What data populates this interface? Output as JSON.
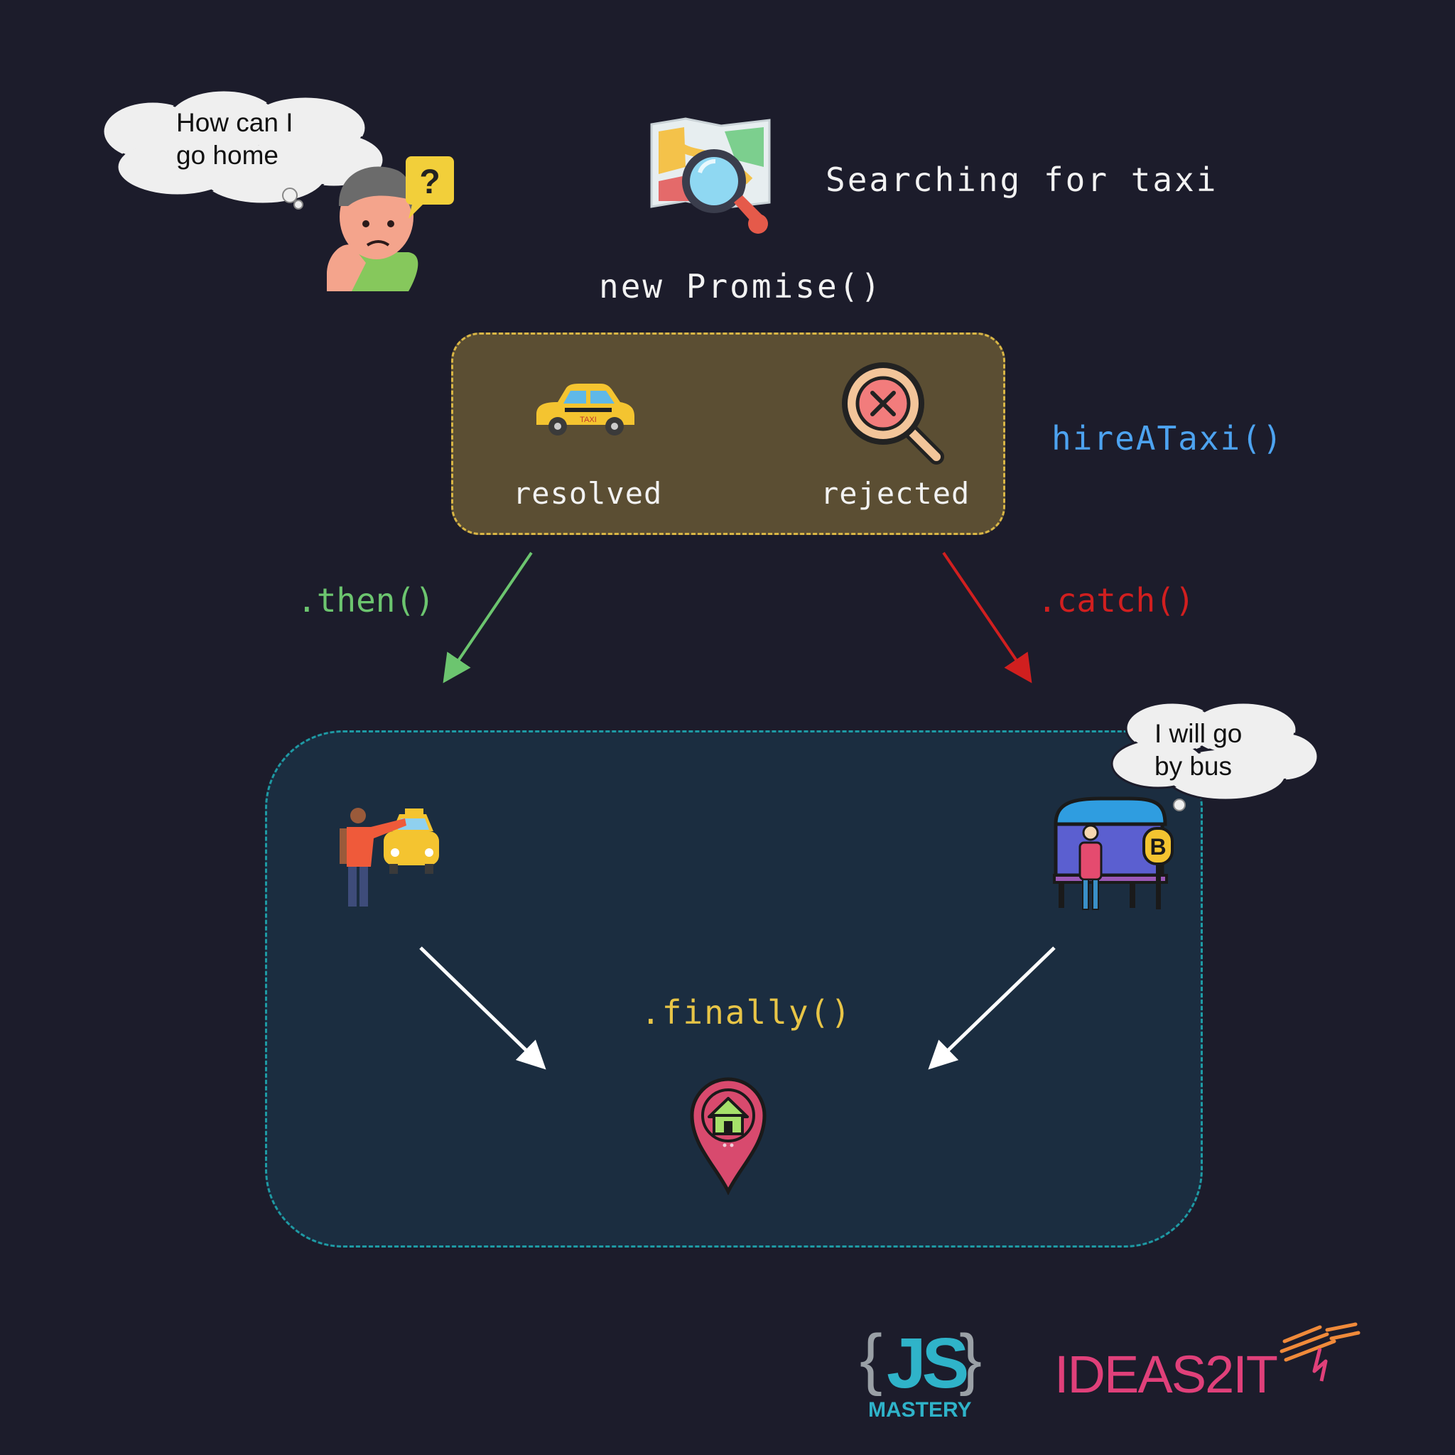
{
  "thought_home": {
    "line1": "How can I",
    "line2": "go home"
  },
  "thought_bus": {
    "line1": "I will go",
    "line2": "by bus"
  },
  "search_label": "Searching for taxi",
  "promise_label": "new Promise()",
  "resolved_label": "resolved",
  "rejected_label": "rejected",
  "hire_label": "hireATaxi()",
  "then_label": ".then()",
  "catch_label": ".catch()",
  "finally_label": ".finally()",
  "taxi_sign": "TAXI",
  "bus_sign": "B",
  "question_mark": "?",
  "logos": {
    "js_open": "{",
    "js_text": "JS",
    "js_close": "}",
    "js_sub": "MASTERY",
    "ideas": "IDEAS2IT"
  },
  "colors": {
    "background": "#1c1c2b",
    "then": "#6cc56f",
    "catch": "#d11f1f",
    "finally": "#e8c547",
    "hire": "#4da3f0",
    "promise_fill": "#5b4e33",
    "promise_border": "#d9b645",
    "outcome_fill": "#1b2d40",
    "outcome_border": "#1e9aa4"
  },
  "icons": [
    "thinking-person-icon",
    "map-search-icon",
    "taxi-icon",
    "rejected-search-icon",
    "hailing-taxi-icon",
    "bus-stop-icon",
    "home-location-pin-icon"
  ]
}
